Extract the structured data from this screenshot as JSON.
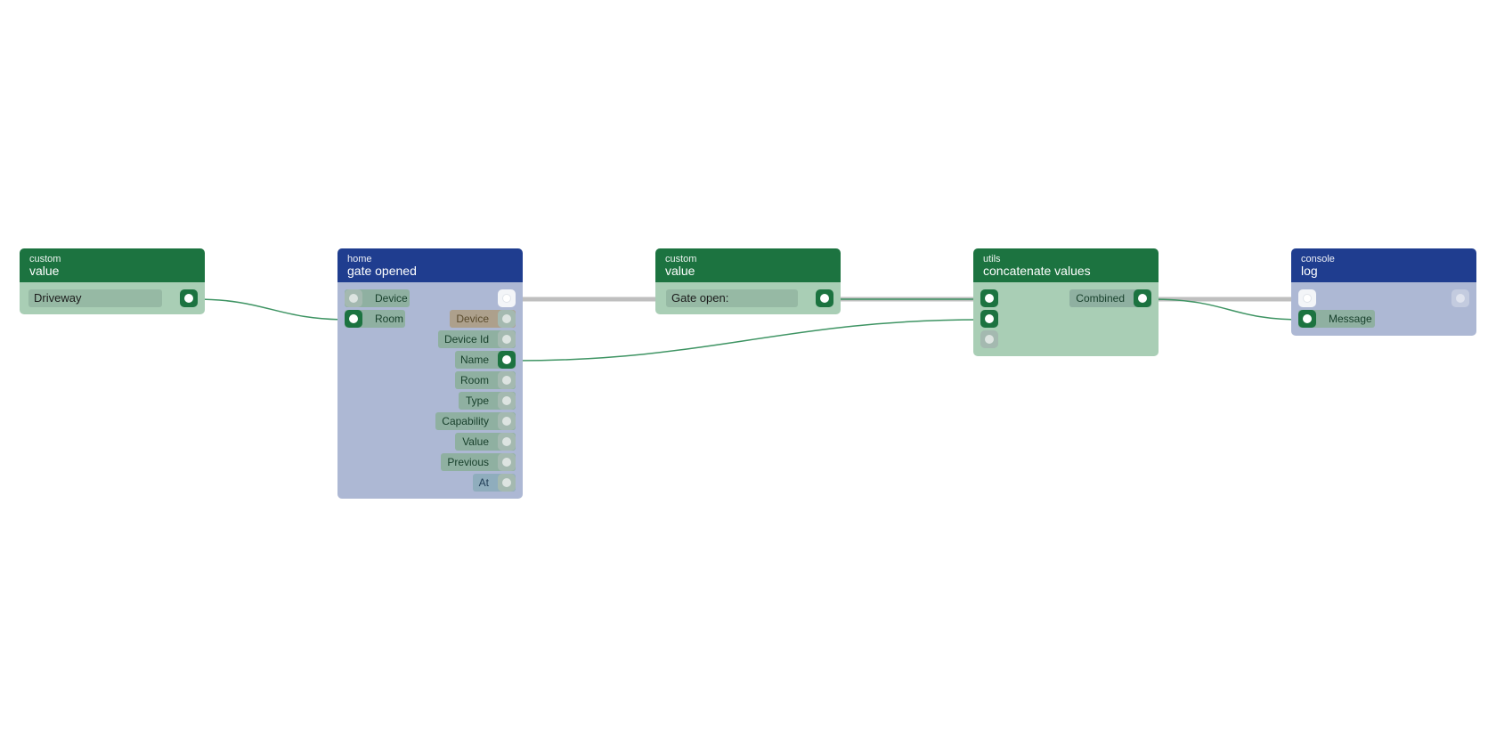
{
  "nodes": {
    "value1": {
      "category": "custom",
      "title": "value",
      "value": "Driveway"
    },
    "gate": {
      "category": "home",
      "title": "gate opened",
      "inputs": [
        "Device",
        "Room"
      ],
      "outputs": [
        "Device",
        "Device Id",
        "Name",
        "Room",
        "Type",
        "Capability",
        "Value",
        "Previous",
        "At"
      ]
    },
    "value2": {
      "category": "custom",
      "title": "value",
      "value": "Gate open:"
    },
    "concat": {
      "category": "utils",
      "title": "concatenate values",
      "output": "Combined"
    },
    "log": {
      "category": "console",
      "title": "log",
      "input": "Message"
    }
  },
  "colors": {
    "green_header": "#1c7340",
    "blue_header": "#1f3d8f",
    "green_body": "#a9ceb5",
    "blue_body": "#adb8d4",
    "data_wire": "#3e9463",
    "exec_wire": "#bfbfbf"
  }
}
